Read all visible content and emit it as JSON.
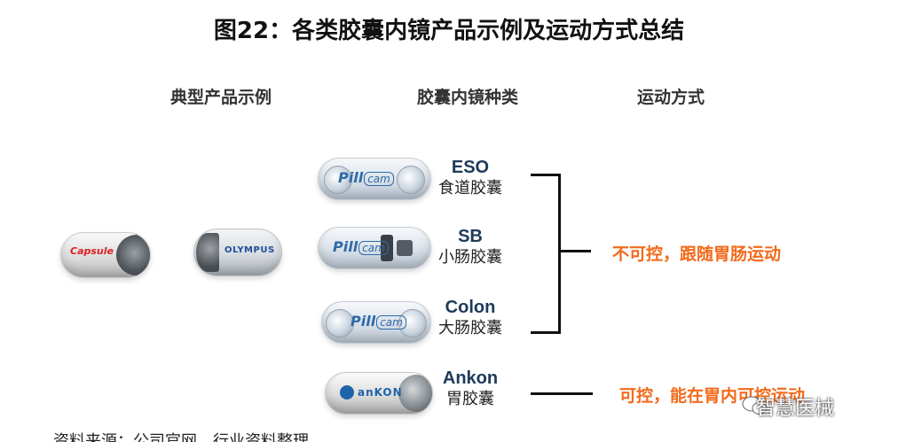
{
  "title": "图22：各类胶囊内镜产品示例及运动方式总结",
  "headers": {
    "examples": "典型产品示例",
    "types": "胶囊内镜种类",
    "motion": "运动方式"
  },
  "examples": [
    {
      "brand": "Capsule",
      "icon": "red-logo-capsule"
    },
    {
      "brand": "OLYMPUS",
      "icon": "olympus-capsule"
    }
  ],
  "types": [
    {
      "en": "ESO",
      "cn": "食道胶囊",
      "logo": "Pill",
      "logo_cam": "cam"
    },
    {
      "en": "SB",
      "cn": "小肠胶囊",
      "logo": "Pill",
      "logo_cam": "cam"
    },
    {
      "en": "Colon",
      "cn": "大肠胶囊",
      "logo": "Pill",
      "logo_cam": "cam"
    },
    {
      "en": "Ankon",
      "cn": "胃胶囊",
      "logo": "anKON"
    }
  ],
  "motion": {
    "uncontrolled": "不可控，跟随胃肠运动",
    "controlled": "可控，能在胃内可控运动"
  },
  "watermark": "智慧医械",
  "footer": "资料来源：公司官网，行业资料整理"
}
